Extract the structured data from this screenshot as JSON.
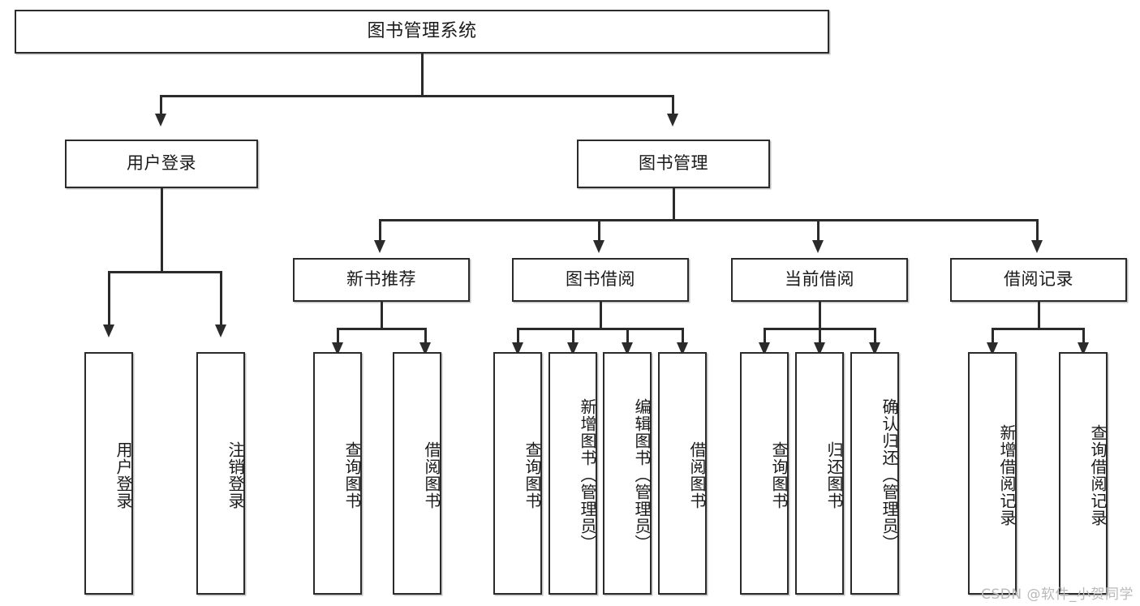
{
  "diagram": {
    "type": "tree-hierarchy",
    "title": "图书管理系统",
    "watermark": "CSDN @软件_小贺同学",
    "colors": {
      "box_border": "#2b2b2b",
      "box_fill": "#ffffff",
      "line": "#2b2b2b",
      "text": "#1a1a1a",
      "watermark": "#b9b9b9",
      "background": "#ffffff"
    },
    "nodes": {
      "root": {
        "label": "图书管理系统"
      },
      "level1": [
        {
          "label": "用户登录"
        },
        {
          "label": "图书管理"
        }
      ],
      "level2": [
        {
          "label": "新书推荐"
        },
        {
          "label": "图书借阅"
        },
        {
          "label": "当前借阅"
        },
        {
          "label": "借阅记录"
        }
      ],
      "leaves": {
        "user_login": [
          {
            "label": "用户登录"
          },
          {
            "label": "注销登录"
          }
        ],
        "new_book": [
          {
            "label": "查询图书"
          },
          {
            "label": "借阅图书"
          }
        ],
        "book_borrow": [
          {
            "label": "查询图书"
          },
          {
            "label": "新增图书（管理员）"
          },
          {
            "label": "编辑图书（管理员）"
          },
          {
            "label": "借阅图书"
          }
        ],
        "current_borrow": [
          {
            "label": "查询图书"
          },
          {
            "label": "归还图书"
          },
          {
            "label": "确认归还（管理员）"
          }
        ],
        "borrow_record": [
          {
            "label": "新增借阅记录"
          },
          {
            "label": "查询借阅记录"
          }
        ]
      }
    }
  }
}
